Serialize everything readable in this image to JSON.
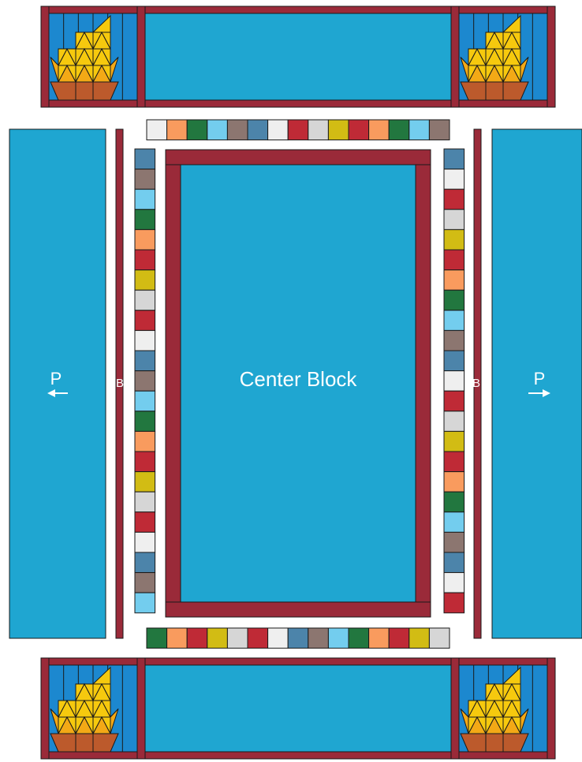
{
  "labels": {
    "center": "Center Block",
    "pieced_border": "P",
    "inner_border": "B"
  },
  "colors": {
    "background": "#1FA6D1",
    "maroon": "#9A2A39",
    "outline": "#1A1A1A",
    "flame_blue": "#1C88CF",
    "flame_yellow": "#F6C90E",
    "flame_orange": "#F3A916",
    "flame_brown": "#BC5A2C",
    "arrow": "#FFFFFF"
  },
  "palette": {
    "steel": "#4C84AA",
    "taupe": "#8C7670",
    "sky": "#73CDEE",
    "green": "#22773F",
    "peach": "#F99B5E",
    "red": "#BF2A36",
    "mustard": "#D2BC14",
    "lightgray": "#D6D6D6",
    "white": "#EFEFEF"
  },
  "strips": {
    "top": [
      "white",
      "peach",
      "green",
      "sky",
      "taupe",
      "steel",
      "white",
      "red",
      "lightgray",
      "mustard",
      "red",
      "peach",
      "green",
      "sky",
      "taupe"
    ],
    "bottom": [
      "green",
      "peach",
      "red",
      "mustard",
      "lightgray",
      "red",
      "white",
      "steel",
      "taupe",
      "sky",
      "green",
      "peach",
      "red",
      "mustard",
      "lightgray"
    ],
    "left": [
      "steel",
      "taupe",
      "sky",
      "green",
      "peach",
      "red",
      "mustard",
      "lightgray",
      "red",
      "white",
      "steel",
      "taupe",
      "sky",
      "green",
      "peach",
      "red",
      "mustard",
      "lightgray",
      "red",
      "white",
      "steel",
      "taupe",
      "sky"
    ],
    "right": [
      "steel",
      "white",
      "red",
      "lightgray",
      "mustard",
      "red",
      "peach",
      "green",
      "sky",
      "taupe",
      "steel",
      "white",
      "red",
      "lightgray",
      "mustard",
      "red",
      "peach",
      "green",
      "sky",
      "taupe",
      "steel",
      "white",
      "red"
    ]
  }
}
